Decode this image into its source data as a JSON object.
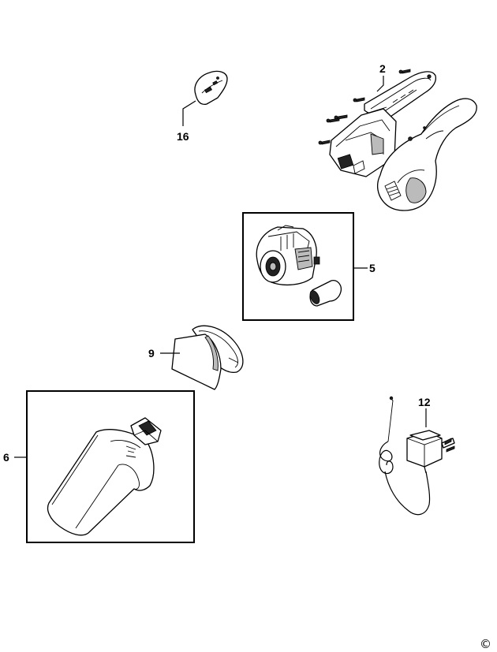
{
  "parts": {
    "p16": {
      "number": "16"
    },
    "p2": {
      "number": "2"
    },
    "p5": {
      "number": "5"
    },
    "p9": {
      "number": "9"
    },
    "p6": {
      "number": "6"
    },
    "p12": {
      "number": "12"
    }
  },
  "footer": {
    "copyright": "©"
  }
}
